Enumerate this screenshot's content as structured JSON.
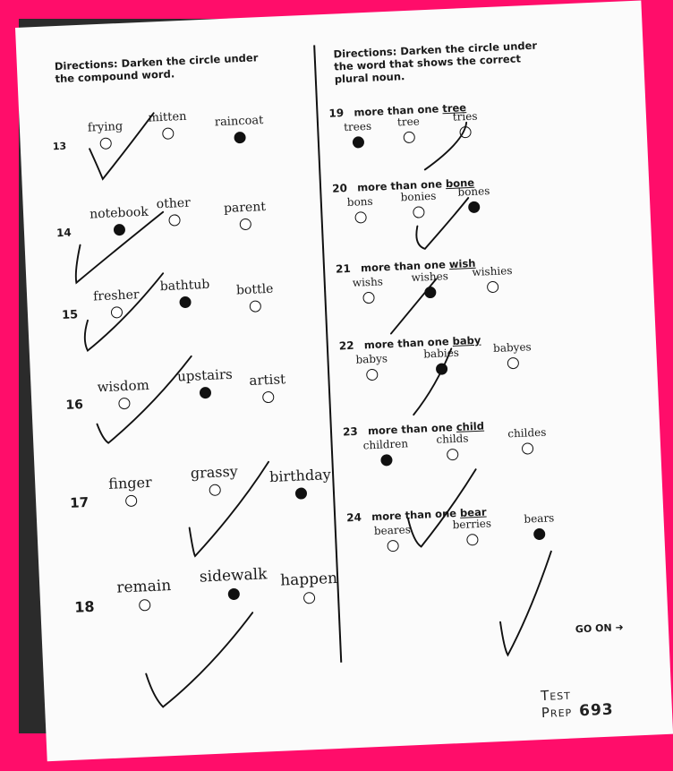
{
  "left": {
    "directions": "Directions: Darken the circle under the compound word.",
    "questions": [
      {
        "num": "13",
        "options": [
          "frying",
          "mitten",
          "raincoat"
        ],
        "filled": 2
      },
      {
        "num": "14",
        "options": [
          "notebook",
          "other",
          "parent"
        ],
        "filled": 0
      },
      {
        "num": "15",
        "options": [
          "fresher",
          "bathtub",
          "bottle"
        ],
        "filled": 1
      },
      {
        "num": "16",
        "options": [
          "wisdom",
          "upstairs",
          "artist"
        ],
        "filled": 1
      },
      {
        "num": "17",
        "options": [
          "finger",
          "grassy",
          "birthday"
        ],
        "filled": 2
      },
      {
        "num": "18",
        "options": [
          "remain",
          "sidewalk",
          "happen"
        ],
        "filled": 1
      }
    ]
  },
  "right": {
    "directions": "Directions: Darken the circle under the word that shows the correct plural noun.",
    "questions": [
      {
        "num": "19",
        "stem": "more than one",
        "word": "tree",
        "options": [
          "trees",
          "tree",
          "tries"
        ],
        "filled": 0
      },
      {
        "num": "20",
        "stem": "more than one",
        "word": "bone",
        "options": [
          "bons",
          "bonies",
          "bones"
        ],
        "filled": 2
      },
      {
        "num": "21",
        "stem": "more than one",
        "word": "wish",
        "options": [
          "wishs",
          "wishes",
          "wishies"
        ],
        "filled": 1
      },
      {
        "num": "22",
        "stem": "more than one",
        "word": "baby",
        "options": [
          "babys",
          "babies",
          "babyes"
        ],
        "filled": 1
      },
      {
        "num": "23",
        "stem": "more than one",
        "word": "child",
        "options": [
          "children",
          "childs",
          "childes"
        ],
        "filled": 0
      },
      {
        "num": "24",
        "stem": "more than one",
        "word": "bear",
        "options": [
          "beares",
          "berries",
          "bears"
        ],
        "filled": 2
      }
    ]
  },
  "go_on": "GO ON",
  "footer": {
    "label": "Test Prep",
    "page": "693"
  }
}
